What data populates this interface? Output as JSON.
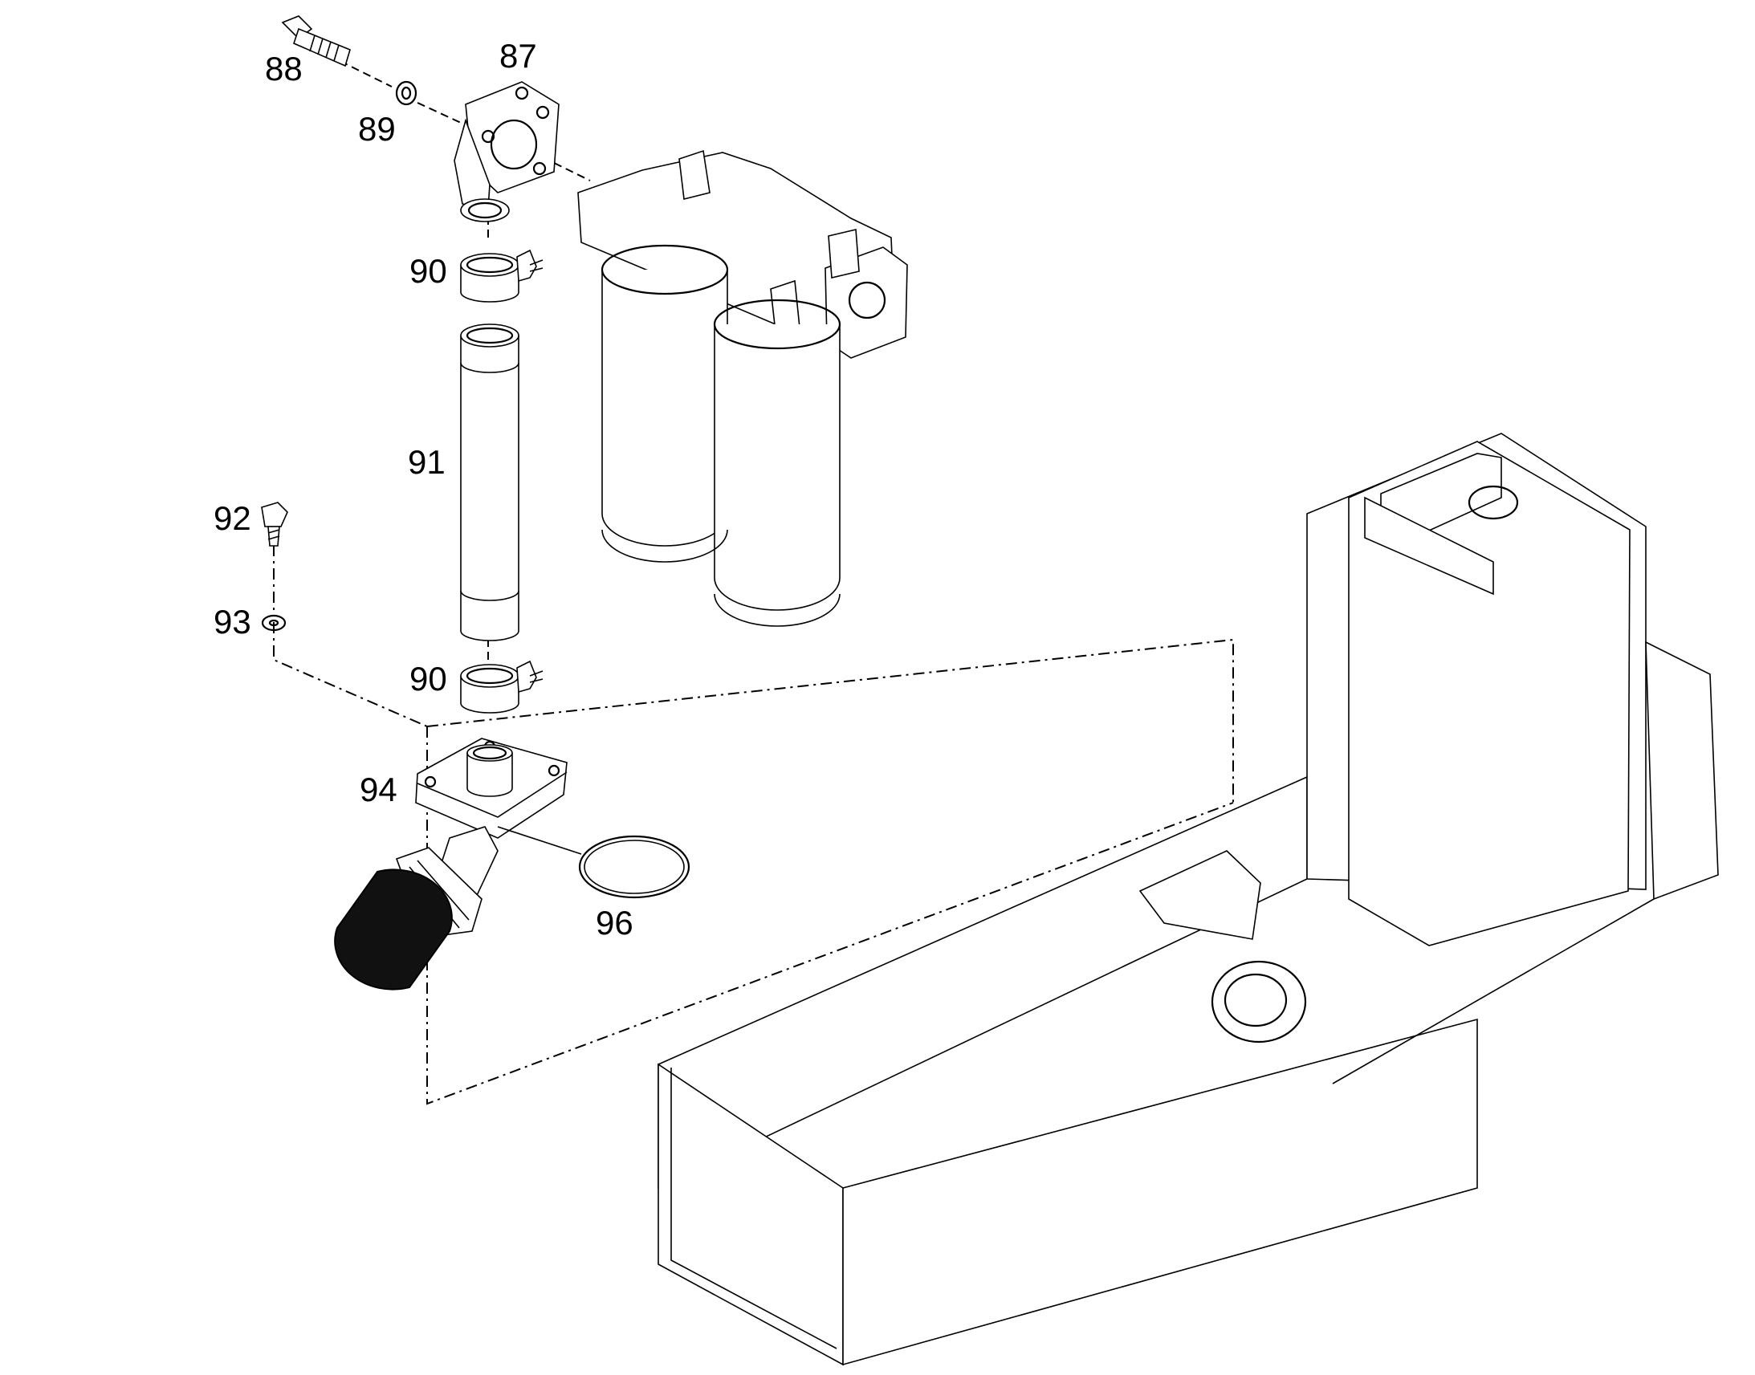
{
  "callouts": {
    "p87": "87",
    "p88": "88",
    "p89": "89",
    "p90_upper": "90",
    "p91": "91",
    "p92": "92",
    "p93": "93",
    "p90_lower": "90",
    "p94": "94",
    "p96": "96"
  }
}
